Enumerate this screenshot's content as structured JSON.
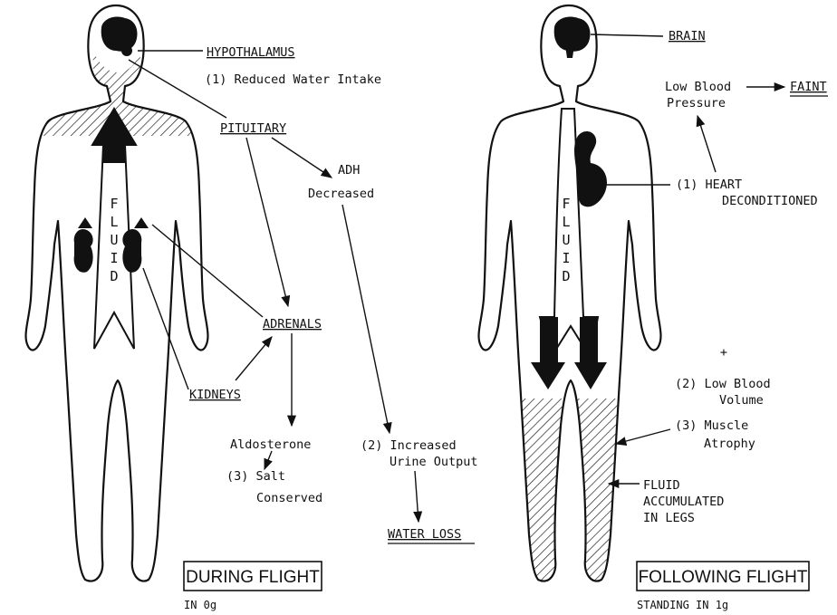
{
  "left": {
    "hypothalamus": "HYPOTHALAMUS",
    "reduced_water": "(1) Reduced Water Intake",
    "pituitary": "PITUITARY",
    "adh_1": "ADH",
    "adh_2": "Decreased",
    "adrenals": "ADRENALS",
    "kidneys": "KIDNEYS",
    "aldosterone": "Aldosterone",
    "salt_1": "(3) Salt",
    "salt_2": "Conserved",
    "urine_1": "(2) Increased",
    "urine_2": "Urine Output",
    "water_loss": "WATER LOSS",
    "fluid": [
      "F",
      "L",
      "U",
      "I",
      "D"
    ],
    "box": "DURING FLIGHT",
    "caption": "IN 0g"
  },
  "right": {
    "brain": "BRAIN",
    "low_bp_1": "Low Blood",
    "low_bp_2": "Pressure",
    "faint": "FAINT",
    "heart_1": "(1) HEART",
    "heart_2": "DECONDITIONED",
    "plus": "+",
    "low_vol_1": "(2) Low Blood",
    "low_vol_2": "Volume",
    "atrophy_1": "(3) Muscle",
    "atrophy_2": "Atrophy",
    "legs_1": "FLUID",
    "legs_2": "ACCUMULATED",
    "legs_3": "IN LEGS",
    "fluid": [
      "F",
      "L",
      "U",
      "I",
      "D"
    ],
    "box": "FOLLOWING FLIGHT",
    "caption": "STANDING IN 1g"
  }
}
